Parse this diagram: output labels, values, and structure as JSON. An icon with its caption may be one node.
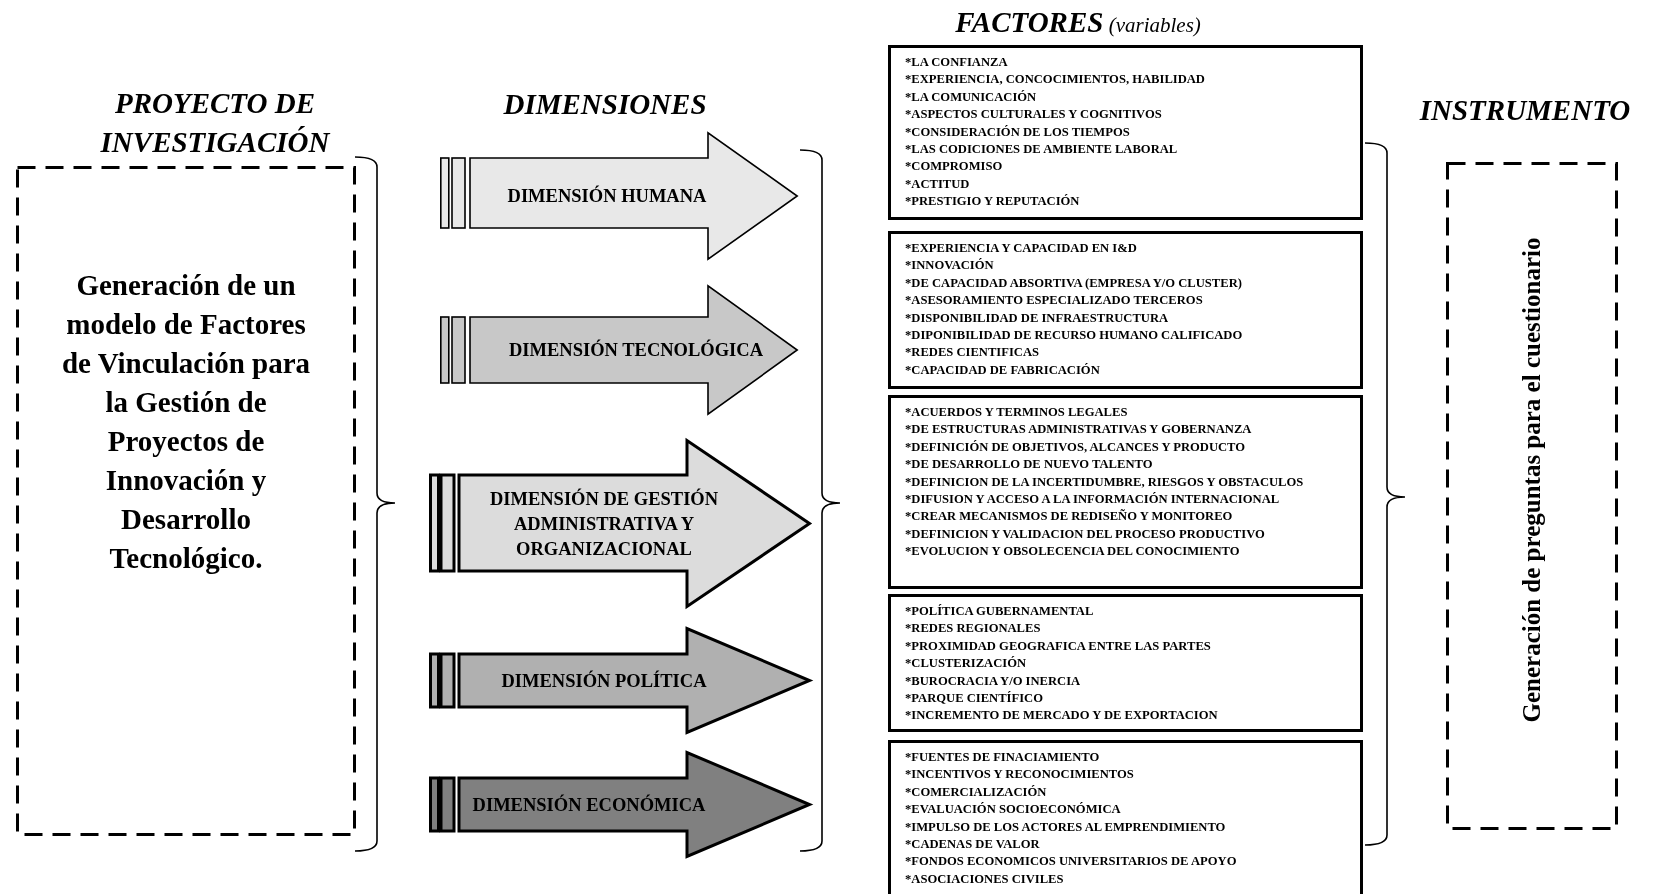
{
  "diagram": {
    "nodes": [
      {
        "text": [
          "Generación de un modelo de Factores de Vinculación para la Gestión de Proyectos de Innovación y Desarrollo Tecnológico."
        ]
      },
      {
        "text": [
          "DIMENSIÓN HUMANA"
        ]
      },
      {
        "text": [
          "DIMENSIÓN TECNOLÓGICA"
        ]
      },
      {
        "text": [
          "DIMENSIÓN DE GESTIÓN ADMINISTRATIVA Y ORGANIZACIONAL"
        ]
      },
      {
        "text": [
          "DIMENSIÓN POLÍTICA"
        ]
      },
      {
        "text": [
          "DIMENSIÓN ECONÓMICA"
        ]
      },
      {
        "text": [
          "*LA CONFIANZA",
          "*EXPERIENCIA, CONCOCIMIENTOS, HABILIDAD",
          "*LA COMUNICACIÓN",
          "*ASPECTOS CULTURALES Y COGNITIVOS",
          "*CONSIDERACIÓN DE LOS TIEMPOS",
          "*LAS CODICIONES DE AMBIENTE LABORAL",
          "*COMPROMISO",
          "*ACTITUD",
          "*PRESTIGIO Y REPUTACIÓN"
        ]
      },
      {
        "text": [
          "*EXPERIENCIA Y CAPACIDAD EN I&D",
          "*INNOVACIÓN",
          "*DE CAPACIDAD ABSORTIVA (EMPRESA Y/O CLUSTER)",
          "*ASESORAMIENTO ESPECIALIZADO TERCEROS",
          "*DISPONIBILIDAD DE INFRAESTRUCTURA",
          "*DIPONIBILIDAD DE RECURSO HUMANO CALIFICADO",
          "*REDES CIENTIFICAS",
          "*CAPACIDAD DE FABRICACIÓN"
        ]
      },
      {
        "text": [
          "*ACUERDOS Y TERMINOS LEGALES",
          "*DE ESTRUCTURAS ADMINISTRATIVAS Y GOBERNANZA",
          "*DEFINICIÓN DE OBJETIVOS, ALCANCES Y PRODUCTO",
          "*DE DESARROLLO DE NUEVO TALENTO",
          "*DEFINICION DE LA INCERTIDUMBRE, RIESGOS Y OBSTACULOS",
          "*DIFUSION Y ACCESO A LA INFORMACIÓN INTERNACIONAL",
          "*CREAR MECANISMOS DE REDISEÑO Y MONITOREO",
          "*DEFINICION Y VALIDACION DEL PROCESO PRODUCTIVO",
          "*EVOLUCION Y OBSOLECENCIA DEL CONOCIMIENTO"
        ]
      },
      {
        "text": [
          "*POLÍTICA GUBERNAMENTAL",
          "*REDES REGIONALES",
          "*PROXIMIDAD GEOGRAFICA ENTRE LAS PARTES",
          "*CLUSTERIZACIÓN",
          "*BUROCRACIA Y/O INERCIA",
          "*PARQUE CIENTÍFICO",
          "*INCREMENTO DE MERCADO Y DE EXPORTACION"
        ]
      },
      {
        "text": [
          "*FUENTES DE FINACIAMIENTO",
          "*INCENTIVOS Y RECONOCIMIENTOS",
          "*COMERCIALIZACIÓN",
          "*EVALUACIÓN SOCIOECONÓMICA",
          "*IMPULSO DE LOS ACTORES AL EMPRENDIMIENTO",
          "*CADENAS DE VALOR",
          "*FONDOS ECONOMICOS UNIVERSITARIOS DE APOYO",
          "*ASOCIACIONES CIVILES"
        ]
      },
      {
        "text": [
          "Generación de preguntas para el cuestionario"
        ]
      }
    ],
    "labels": [
      "**FACTORES** (variables)",
      "PROYECTO DE INVESTIGACIÓN",
      "DIMENSIONES",
      "INSTRUMENTO"
    ]
  }
}
